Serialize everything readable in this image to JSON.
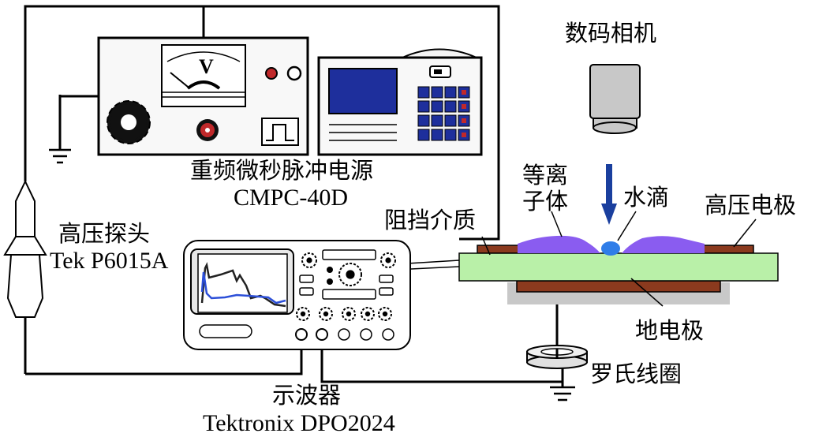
{
  "labels": {
    "camera": "数码相机",
    "power_supply_cn": "重频微秒脉冲电源",
    "power_supply_model": "CMPC-40D",
    "hv_probe_cn": "高压探头",
    "hv_probe_model": "Tek P6015A",
    "dielectric": "阻挡介质",
    "plasma_line1": "等离",
    "plasma_line2": "子体",
    "droplet": "水滴",
    "hv_electrode": "高压电极",
    "ground_electrode": "地电极",
    "rogowski_coil": "罗氏线圈",
    "oscilloscope_cn": "示波器",
    "oscilloscope_model": "Tektronix DPO2024",
    "voltmeter_symbol": "V"
  },
  "colors": {
    "dielectric_fill": "#b9f0a8",
    "electrode_fill": "#8b3a1e",
    "ground_base_fill": "#c8c8c8",
    "plasma_fill": "#8a5cf0",
    "droplet_fill": "#2f7de8",
    "arrow_fill": "#1a3f9e",
    "screen_fill": "#1e2f9c",
    "keypad_fill": "#1e2f9c",
    "key_accent": "#c0282a",
    "scope_trace_dark": "#222222",
    "scope_trace_blue": "#2c4fd8"
  },
  "icons": [
    "voltmeter-icon",
    "rotary-knob-icon",
    "red-binding-post-icon",
    "pulse-waveform-icon",
    "keypad-icon",
    "camera-icon",
    "hv-probe-icon",
    "ground-symbol-icon",
    "rogowski-coil-icon",
    "oscilloscope-icon"
  ]
}
